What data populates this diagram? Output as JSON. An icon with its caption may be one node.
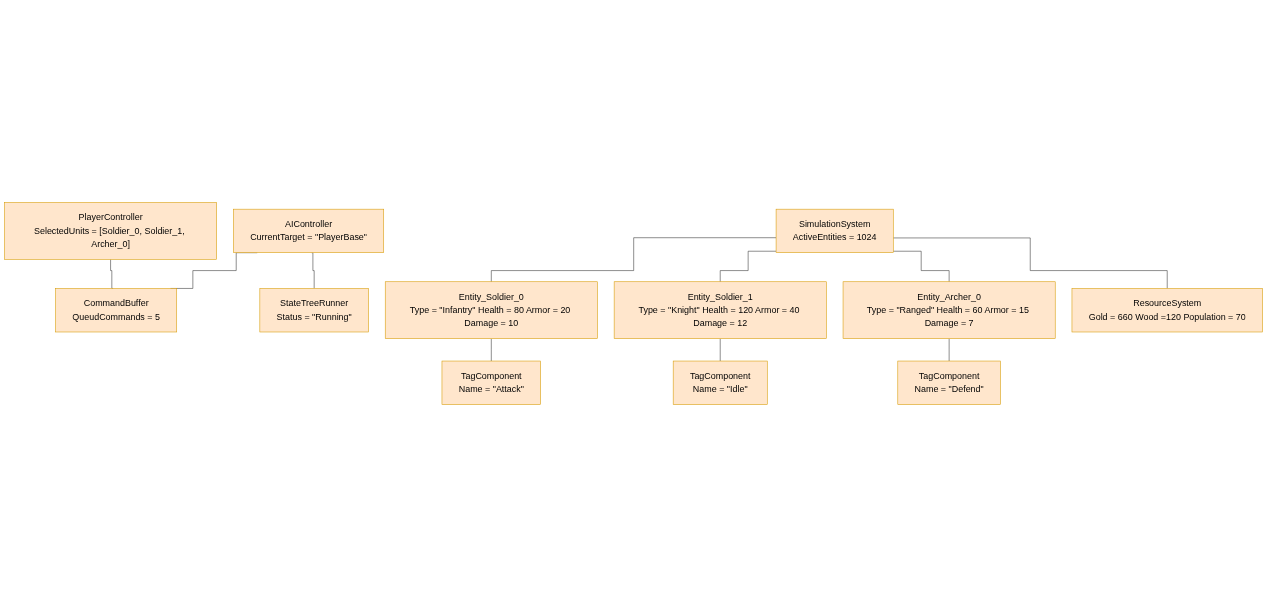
{
  "diagram": {
    "nodes": [
      {
        "text": [
          "PlayerController",
          "SelectedUnits = [Soldier_0, Soldier_1, Archer_0]"
        ]
      },
      {
        "text": [
          "AIController",
          "CurrentTarget = \"PlayerBase\""
        ]
      },
      {
        "text": [
          "StateTreeRunner",
          "Status = \"Running\""
        ]
      },
      {
        "text": [
          "CommandBuffer",
          "QueudCommands = 5"
        ]
      },
      {
        "text": [
          "SimulationSystem",
          "ActiveEntities = 1024"
        ]
      },
      {
        "text": [
          "Entity_Soldier_0",
          "Type = \"Infantry\" Health = 80 Armor = 20 Damage = 10"
        ]
      },
      {
        "text": [
          "Entity_Soldier_1",
          "Type = \"Knight\" Health = 120 Armor = 40 Damage = 12"
        ]
      },
      {
        "text": [
          "Entity_Archer_0",
          "Type = \"Ranged\" Health = 60 Armor = 15 Damage = 7"
        ]
      },
      {
        "text": [
          "ResourceSystem",
          "Gold = 660 Wood =120 Population = 70"
        ]
      },
      {
        "text": [
          "TagComponent",
          "Name = \"Attack\""
        ]
      },
      {
        "text": [
          "TagComponent",
          "Name = \"Idle\""
        ]
      },
      {
        "text": [
          "TagComponent",
          "Name = \"Defend\""
        ]
      }
    ],
    "edges": [
      {
        "from": 0,
        "to": 3,
        "arrow": "none"
      },
      {
        "from": 1,
        "to": 3,
        "arrow": "none"
      },
      {
        "from": 1,
        "to": 2,
        "arrow": "none"
      },
      {
        "from": 4,
        "to": 5,
        "arrow": "none"
      },
      {
        "from": 4,
        "to": 6,
        "arrow": "none"
      },
      {
        "from": 4,
        "to": 7,
        "arrow": "none"
      },
      {
        "from": 4,
        "to": 8,
        "arrow": "none"
      },
      {
        "from": 5,
        "to": 9,
        "arrow": "none"
      },
      {
        "from": 6,
        "to": 10,
        "arrow": "none"
      },
      {
        "from": 7,
        "to": 11,
        "arrow": "none"
      }
    ]
  }
}
